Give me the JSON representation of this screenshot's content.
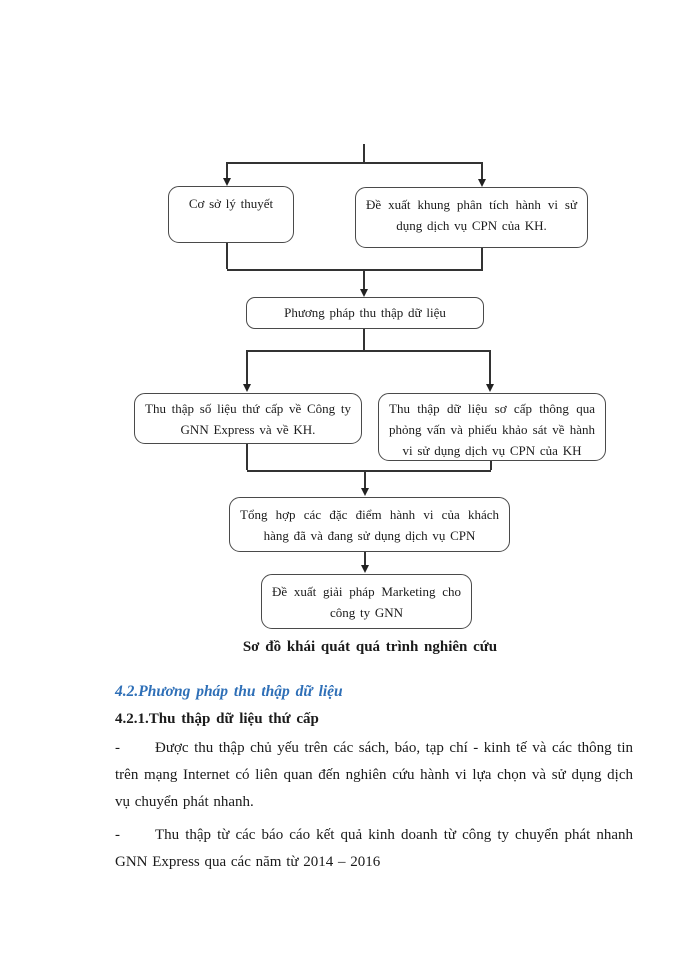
{
  "flowchart": {
    "boxes": [
      {
        "label": "Cơ sở lý thuyết"
      },
      {
        "label": "Đề xuất khung phân tích hành vi sử dụng dịch vụ CPN của KH."
      },
      {
        "label": "Phương pháp thu thập dữ liệu"
      },
      {
        "label": "Thu thập số liệu thứ cấp về Công ty GNN Express và về KH."
      },
      {
        "label": "Thu thập dữ liệu sơ cấp thông qua phỏng vấn và phiếu khảo sát về hành vi sử dụng dịch vụ CPN của KH"
      },
      {
        "label": "Tổng hợp các đặc điểm hành vi của khách hàng đã và đang sử dụng dịch vụ CPN"
      },
      {
        "label": "Đề xuất giải pháp Marketing cho công ty GNN"
      }
    ],
    "caption": "Sơ đồ khái quát quá trình nghiên cứu"
  },
  "content": {
    "section_heading": "4.2.Phương pháp thu thập dữ liệu",
    "subsection_heading": "4.2.1.Thu thập dữ liệu thứ cấp",
    "bullets": [
      {
        "marker": "-",
        "text": "Được thu thập chủ yếu trên các sách, báo, tạp chí -  kinh tế và các thông tin trên mạng Internet có liên quan đến nghiên cứu hành vi lựa chọn và sử dụng dịch vụ chuyển phát nhanh."
      },
      {
        "marker": "-",
        "text": "Thu thập từ các báo cáo kết quả kinh doanh từ công ty chuyển phát nhanh GNN Express qua các năm từ 2014 – 2016"
      }
    ]
  },
  "colors": {
    "heading_blue": "#2E6FB7",
    "connector_line": "#333333",
    "box_border": "#4a4a4a",
    "text": "#1b1b1b",
    "background": "#ffffff"
  }
}
